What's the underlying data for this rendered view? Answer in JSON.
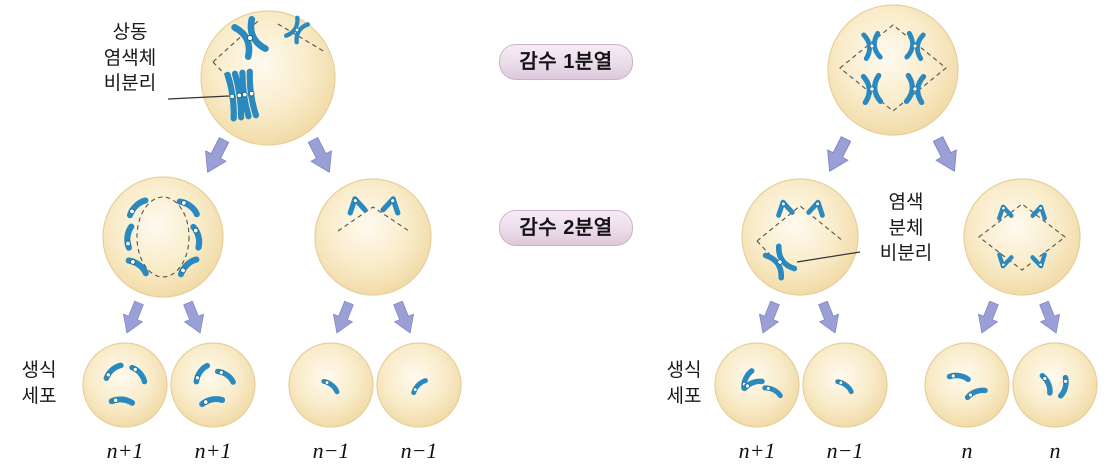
{
  "stage_labels": {
    "meiosis1": "감수 1분열",
    "meiosis2": "감수 2분열"
  },
  "left_panel": {
    "nondisjunction_label": "상동\n염색체\n비분리",
    "germ_cell_label": "생식\n세포",
    "gametes": [
      "n+1",
      "n+1",
      "n−1",
      "n−1"
    ]
  },
  "right_panel": {
    "nondisjunction_label": "염색\n분체\n비분리",
    "germ_cell_label": "생식\n세포",
    "gametes": [
      "n+1",
      "n−1",
      "n",
      "n"
    ]
  },
  "colors": {
    "cell_fill": "#f8e9c6",
    "cell_edge": "#e7cf9b",
    "chromosome": "#2a8abf",
    "arrow": "#9aa0d6",
    "pill_bg": "#ecdcea",
    "text": "#1a1a1a"
  }
}
